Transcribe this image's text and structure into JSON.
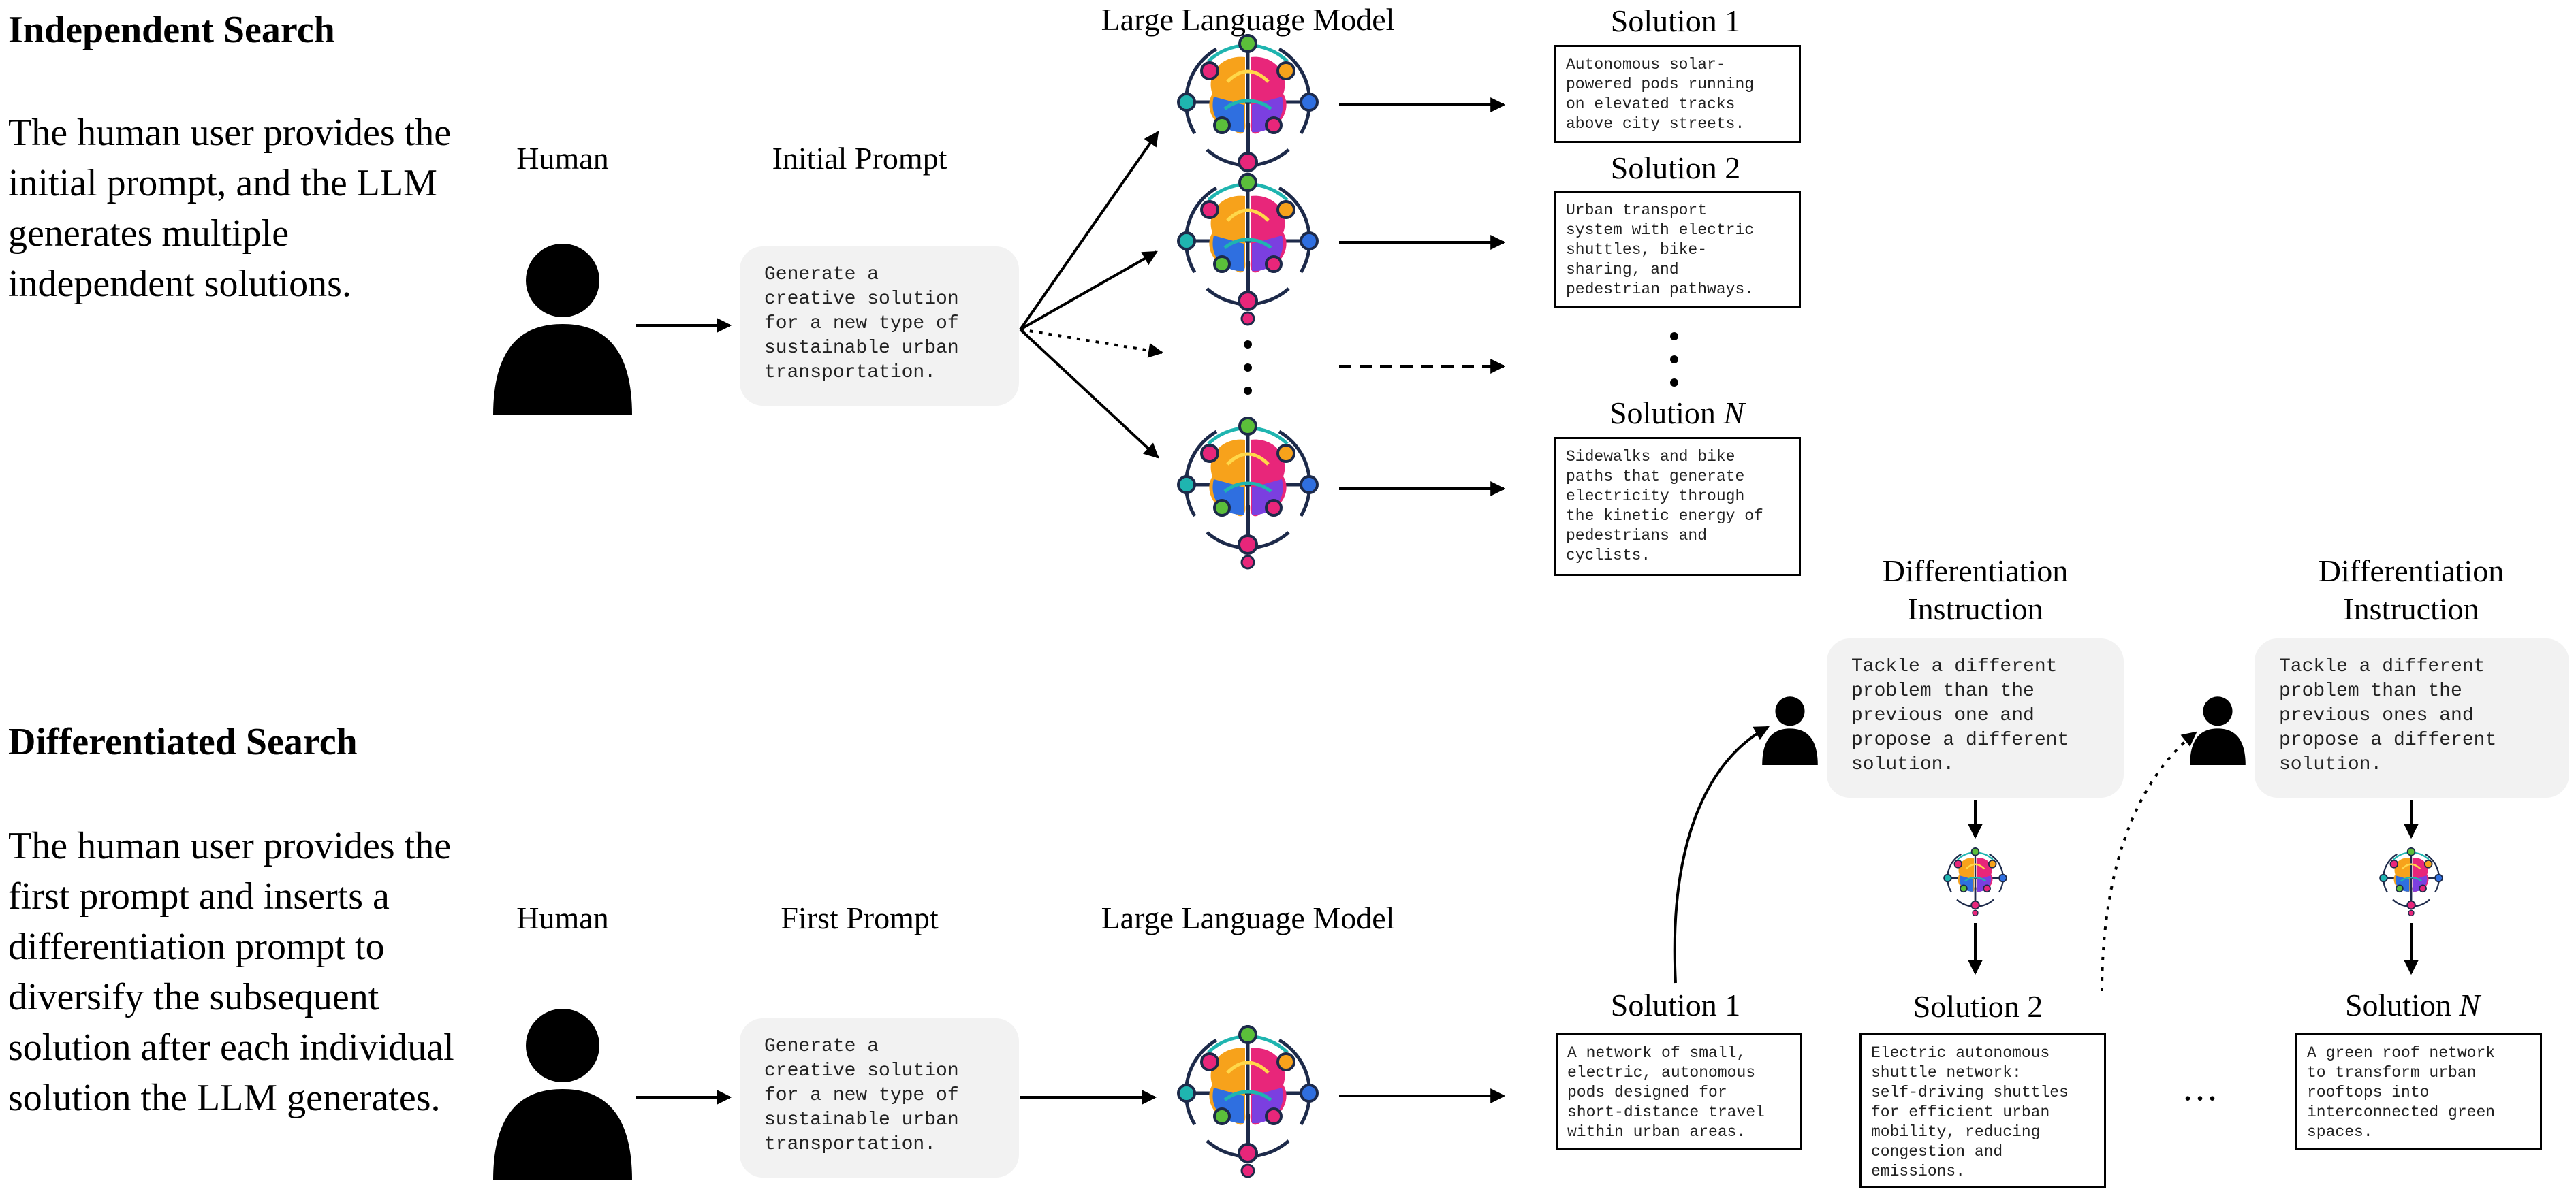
{
  "independent": {
    "title": "Independent Search",
    "description": "The human user provides the initial prompt, and the LLM generates multiple independent solutions.",
    "labels": {
      "human": "Human",
      "prompt": "Initial Prompt",
      "model": "Large Language Model",
      "solution_1": "Solution 1",
      "solution_2": "Solution 2",
      "solution_n_prefix": "Solution ",
      "solution_n_var": "N"
    },
    "prompt_text": "Generate a\ncreative solution\nfor a new type of\nsustainable urban\ntransportation.",
    "solutions": [
      "Autonomous solar-\npowered pods running\non elevated tracks\nabove city streets.",
      "Urban transport\nsystem with electric\nshuttles, bike-\nsharing, and\npedestrian pathways.",
      "Sidewalks and bike\npaths that generate\nelectricity through\nthe kinetic energy of\npedestrians and\ncyclists."
    ]
  },
  "differentiated": {
    "title": "Differentiated Search",
    "description": "The human user provides the first prompt and inserts a differentiation prompt to diversify the subsequent solution after each individual solution the LLM generates.",
    "labels": {
      "human": "Human",
      "prompt": "First Prompt",
      "model": "Large Language Model",
      "solution_1": "Solution 1",
      "solution_2": "Solution 2",
      "solution_n_prefix": "Solution ",
      "solution_n_var": "N",
      "instruction_line1": "Differentiation",
      "instruction_line2": "Instruction",
      "ellipsis": "..."
    },
    "prompt_text": "Generate a\ncreative solution\nfor a new type of\nsustainable urban\ntransportation.",
    "instruction_texts": [
      "Tackle a different\nproblem than the\nprevious one and\npropose a different\nsolution.",
      "Tackle a different\nproblem than the\nprevious ones and\npropose a different\nsolution."
    ],
    "solutions": [
      "A network of small,\nelectric, autonomous\npods designed for\nshort-distance travel\nwithin urban areas.",
      "Electric autonomous\nshuttle network:\nself-driving shuttles\nfor efficient urban\nmobility, reducing\ncongestion and\nemissions.",
      "A green roof network\nto transform urban\nrooftops into\ninterconnected green\nspaces."
    ]
  },
  "icons": {
    "human": "person-silhouette-icon",
    "model": "colorful-brain-network-icon"
  },
  "colors": {
    "bubble": "#f2f2f2",
    "ink": "#000000",
    "brain_orange": "#f7a21b",
    "brain_pink": "#e8267a",
    "brain_blue": "#2f6fe0",
    "brain_teal": "#1fb5b0",
    "brain_green": "#5bbf3a"
  }
}
